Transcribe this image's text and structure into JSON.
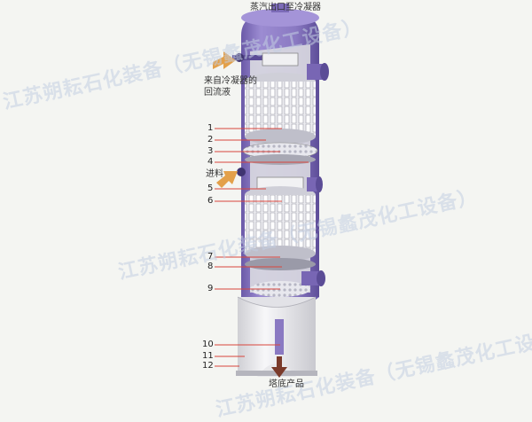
{
  "labels": {
    "top": "蒸汽出口至冷凝器",
    "reflux": "来自冷凝器的回流液",
    "feed": "进料",
    "bottom": "塔底产品"
  },
  "numbers": [
    "1",
    "2",
    "3",
    "4",
    "5",
    "6",
    "7",
    "8",
    "9",
    "10",
    "11",
    "12"
  ],
  "watermarks": [
    "江苏朔耘石化装备（无锡蠡茂化工设备）",
    "江苏朔耘石化装备（无锡蠡茂化工设备）",
    "江苏朔耘石化装备（无锡蠡茂化工设备）"
  ],
  "colors": {
    "shell": "#8a79c2",
    "shell_dark": "#5c4e93",
    "packing": "#e4e4e8",
    "leader": "#d9453c",
    "arrow": "#e3a04a",
    "skirt": "#e9e9ec"
  }
}
